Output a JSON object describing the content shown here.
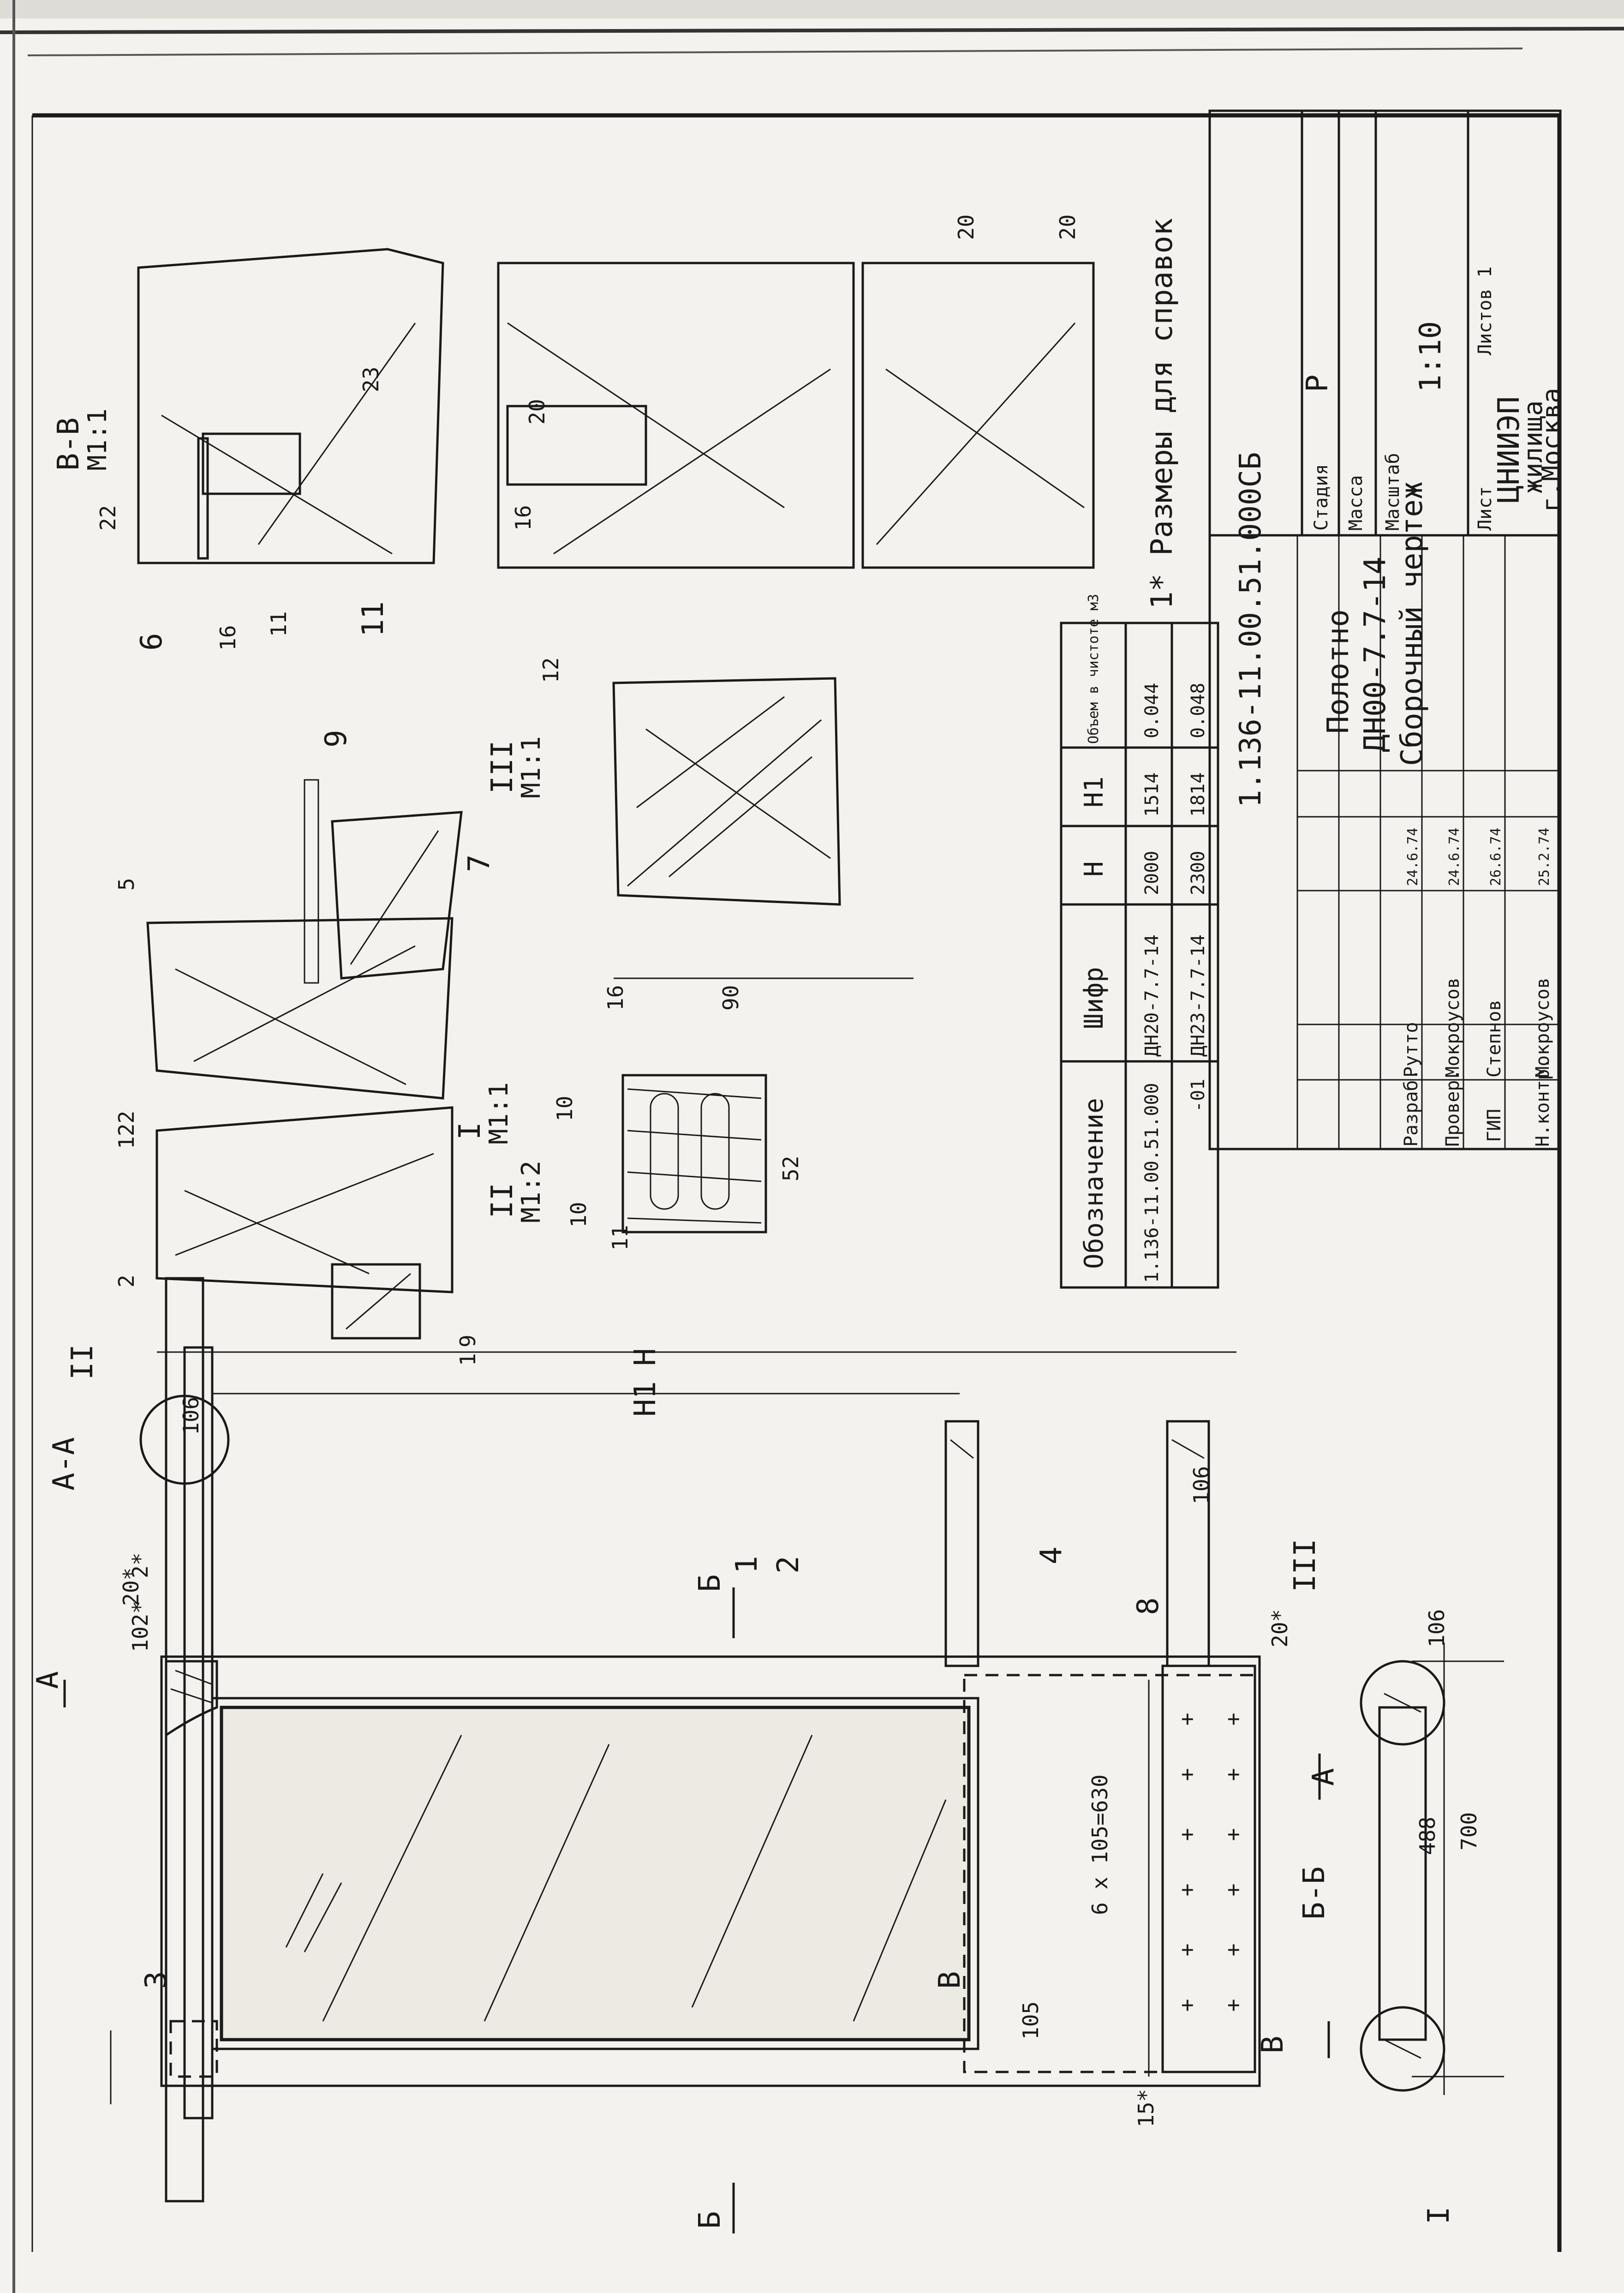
{
  "sheet": {
    "code": "1.136-11.00.51.000СБ",
    "title_lines": [
      "Полотно",
      "ДН00-7.7-14",
      "Сборочный чертеж"
    ],
    "footnote": "1* Размеры для справок",
    "org_lines": [
      "ЦНИИЭП",
      "жилища",
      "г.Москва"
    ],
    "stage_header": [
      "Стадия",
      "Масса",
      "Масштаб"
    ],
    "stage_value": "Р",
    "scale_value": "1:10",
    "sheet_label": "Лист",
    "sheets_label": "Листов 1"
  },
  "signatures": [
    {
      "role": "Н.контр.",
      "name": "Мокроусов",
      "date": "25.2.74"
    },
    {
      "role": "ГИП",
      "name": "Степнов",
      "date": "26.6.74"
    },
    {
      "role": "Провер.",
      "name": "Мокроусов",
      "date": "24.6.74"
    },
    {
      "role": "Разраб.",
      "name": "Рутто",
      "date": "24.6.74"
    }
  ],
  "spec_table": {
    "headers": [
      "Обозначение",
      "Шифр",
      "Н",
      "Н1",
      "Объем в чистоте м3"
    ],
    "rows": [
      [
        "1.136-11.00.51.000",
        "ДН20-7.7-14",
        "2000",
        "1514",
        "0.044"
      ],
      [
        "-01",
        "ДН23-7.7-14",
        "2300",
        "1814",
        "0.048"
      ]
    ]
  },
  "views": {
    "section_aa": "А-А",
    "section_bb": "Б-Б",
    "section_vv": "В-В",
    "detail_1": "I",
    "detail_2": "II",
    "detail_3": "III",
    "scale_1_1": "М1:1",
    "scale_1_2": "М1:2",
    "marker_a": "А",
    "marker_b": "Б",
    "marker_v": "В"
  },
  "dimensions": {
    "d102": "102*",
    "d20s": "20*",
    "d2s": "2*",
    "d15s": "15*",
    "d105": "105",
    "d6x105": "6 х 105=630",
    "d488": "488",
    "d700": "700",
    "d106": "106",
    "dH": "Н",
    "dH1": "Н1",
    "d122": "122",
    "d2": "2",
    "d5": "5",
    "d9": "9",
    "d1": "1",
    "d11": "11",
    "d10": "10",
    "d52": "52",
    "d16": "16",
    "d90": "90",
    "d22": "22",
    "d23": "23",
    "d20": "20",
    "d12": "12"
  },
  "callouts": [
    "1",
    "2",
    "3",
    "4",
    "6",
    "7",
    "8",
    "9",
    "11"
  ]
}
